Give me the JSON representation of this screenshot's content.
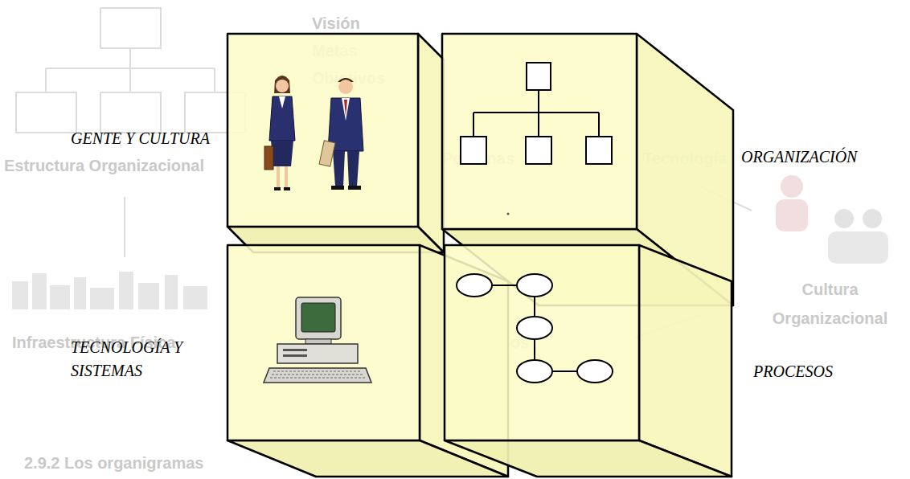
{
  "diagram": {
    "nodes": [
      {
        "text": [
          "GENTE Y CULTURA"
        ]
      },
      {
        "text": [
          "ORGANIZACIÓN"
        ]
      },
      {
        "text": [
          "TECNOLOGÍA Y SISTEMAS"
        ]
      },
      {
        "text": [
          "PROCESOS"
        ]
      }
    ],
    "labels": [
      "Visión Metas Objetivos",
      "Estructura Organizacional",
      "Personas",
      "Tecnología",
      "Cultura Organizacional",
      "Infraestructura Física",
      "Procesos",
      "2.9.2 Los organigramas"
    ]
  }
}
